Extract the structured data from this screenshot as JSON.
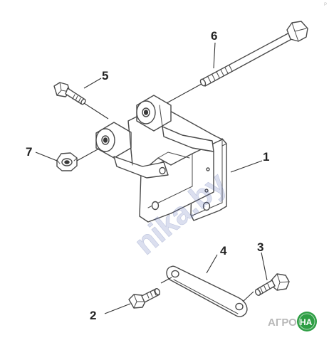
{
  "callouts": {
    "part_1": "1",
    "part_2": "2",
    "part_3": "3",
    "part_4": "4",
    "part_5": "5",
    "part_6": "6",
    "part_7": "7"
  },
  "watermark": "nika.by",
  "logo": {
    "prefix": "АГРО",
    "badge": "НА"
  },
  "colors": {
    "line": "#4a4a4a",
    "watermark": "#5a6eb4",
    "logo_badge": "#2e9e44"
  }
}
